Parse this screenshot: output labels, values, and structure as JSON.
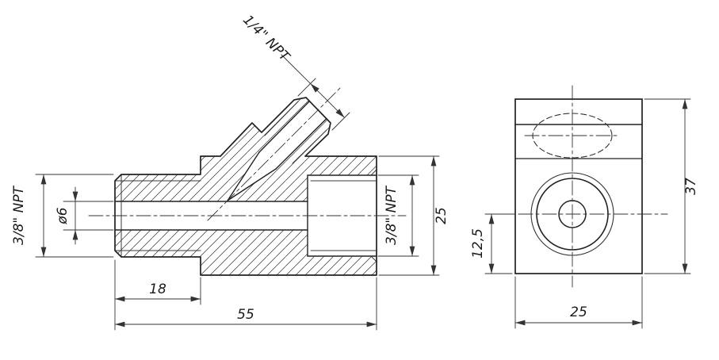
{
  "drawing": {
    "title": "pipe-fitting-two-view-technical-drawing",
    "views": {
      "front": {
        "branch_thread": "1/4\" NPT",
        "left_thread": "3/8\" NPT",
        "right_thread": "3/8\" NPT",
        "bore_diameter": "ø6",
        "thread_length": "18",
        "overall_length": "55",
        "height": "25"
      },
      "side": {
        "height": "37",
        "axis_offset": "12,5",
        "width": "25"
      }
    }
  }
}
